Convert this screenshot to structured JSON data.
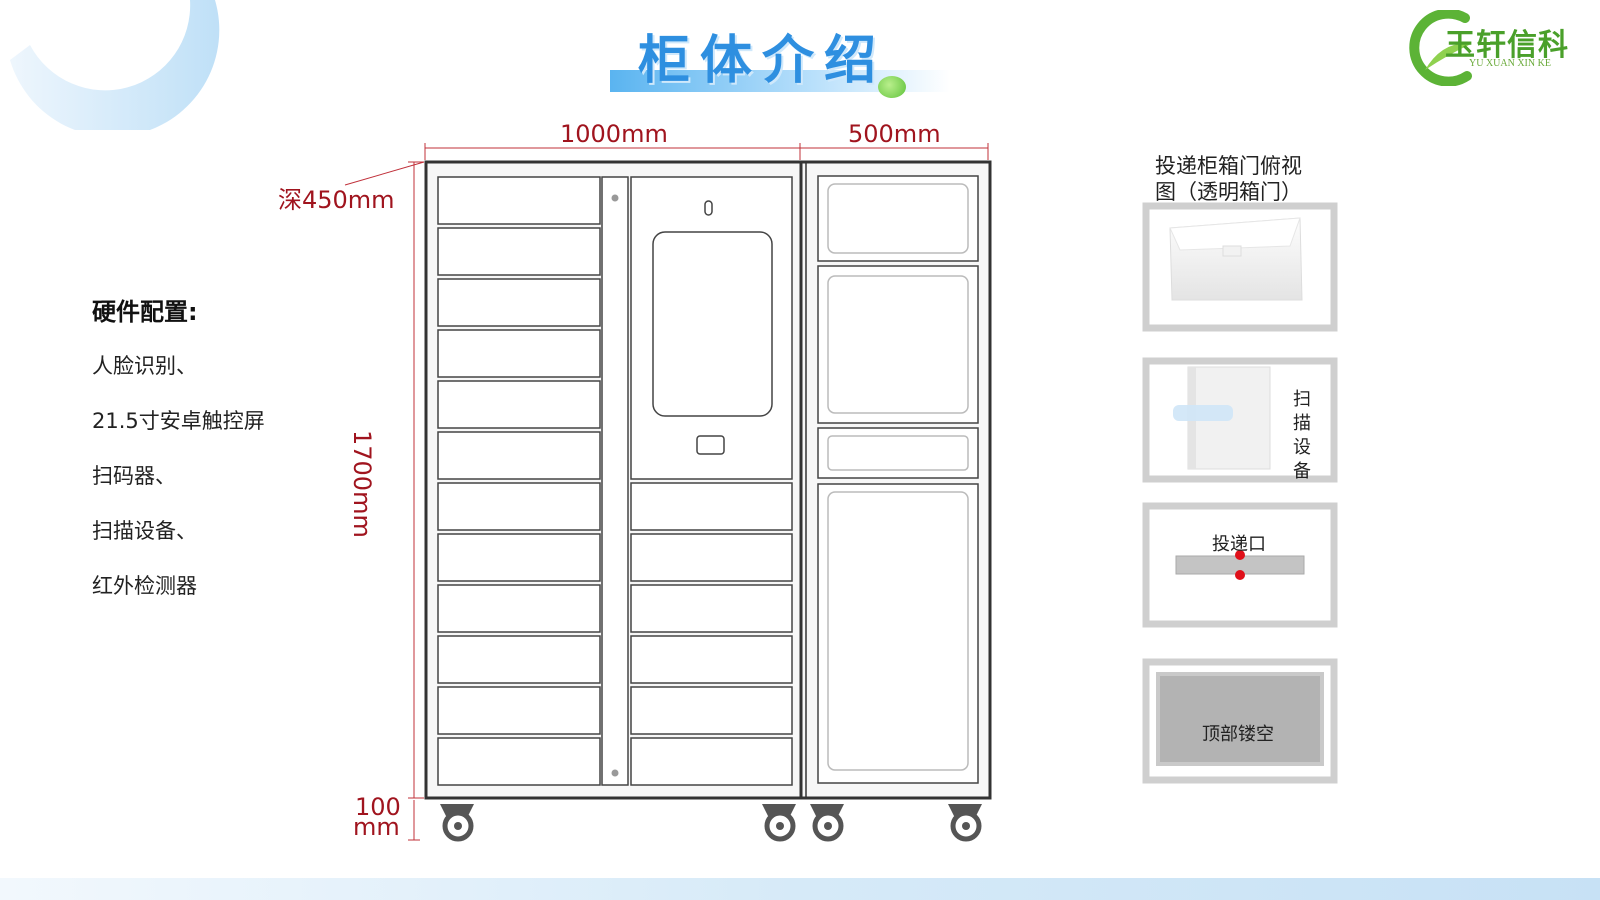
{
  "title": "柜体介绍",
  "logo": {
    "cn": "玉轩信科",
    "en": "YU XUAN XIN KE"
  },
  "dimensions": {
    "width_left": "1000mm",
    "width_right": "500mm",
    "depth": "深450mm",
    "height": "1700mm",
    "wheel_height_top": "100",
    "wheel_height_bottom": "mm"
  },
  "hardware": {
    "title": "硬件配置:",
    "items": [
      "人脸识别、",
      "21.5寸安卓触控屏",
      "扫码器、",
      "扫描设备、",
      "红外检测器"
    ]
  },
  "side_panels": {
    "top_view_label_line1": "投递柜箱门俯视",
    "top_view_label_line2": "图（透明箱门）",
    "scan_label": "扫描设备",
    "delivery_port_label": "投递口",
    "top_hollow_label": "顶部镂空"
  },
  "colors": {
    "accent": "#2e8fe0",
    "dimension": "#a0141e",
    "logo_green": "#4aa02a",
    "dot_red": "#e0101a"
  }
}
